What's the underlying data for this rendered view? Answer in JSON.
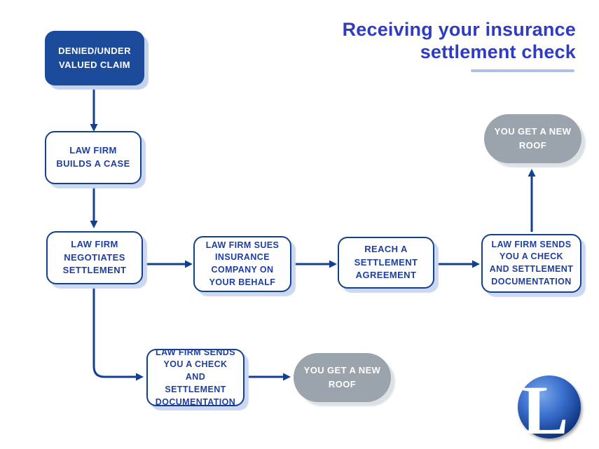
{
  "title": {
    "line1": "Receiving your insurance",
    "line2": "settlement check"
  },
  "nodes": {
    "denied": {
      "label": "DENIED/UNDER VALUED CLAIM"
    },
    "builds": {
      "label": "LAW FIRM BUILDS A CASE"
    },
    "negotiates": {
      "label": "LAW FIRM NEGOTIATES SETTLEMENT"
    },
    "sues": {
      "label": "LAW FIRM SUES INSURANCE COMPANY ON YOUR BEHALF"
    },
    "reach": {
      "label": "REACH A SETTLEMENT AGREEMENT"
    },
    "sends_top": {
      "label": "LAW FIRM SENDS YOU A CHECK AND SETTLEMENT DOCUMENTATION"
    },
    "roof_top": {
      "label": "YOU GET A NEW ROOF"
    },
    "sends_bottom": {
      "label": "LAW FIRM SENDS YOU A CHECK AND SETTLEMENT DOCUMENTATION"
    },
    "roof_bottom": {
      "label": "YOU GET A NEW ROOF"
    }
  },
  "logo": {
    "letter": "L"
  },
  "colors": {
    "title_blue": "#2d3cc1",
    "underline_blue": "#afbfe5",
    "navy_line": "#14418f",
    "node_text_blue": "#1e3f9f",
    "filled_box_blue": "#1c4b9c",
    "box_shadow_blue": "#ccd7f1",
    "pill_gray": "#9ba3ac",
    "pill_shadow_gray": "#dee1e4",
    "logo_sphere_dark": "#0a2a6e",
    "logo_sphere_light": "#7aa7e8"
  }
}
